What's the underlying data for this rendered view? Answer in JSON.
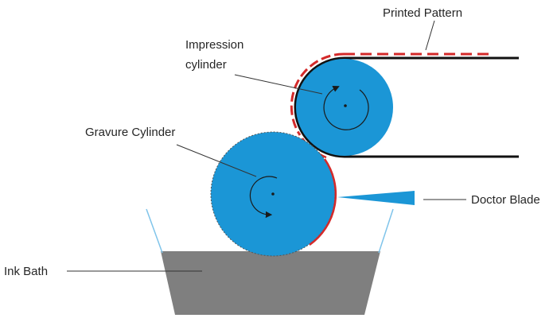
{
  "labels": {
    "printed_pattern": "Printed Pattern",
    "impression_line1": "Impression",
    "impression_line2": "cylinder",
    "gravure_cylinder": "Gravure Cylinder",
    "doctor_blade": "Doctor Blade",
    "ink_bath": "Ink Bath"
  },
  "colors": {
    "cylinder_fill": "#1b96d6",
    "ink_bath_fill": "#7f7f7f",
    "print_red": "#d42a2a",
    "substrate_black": "#111111",
    "leader_line": "#333333",
    "arrow": "#1a1a1a"
  }
}
